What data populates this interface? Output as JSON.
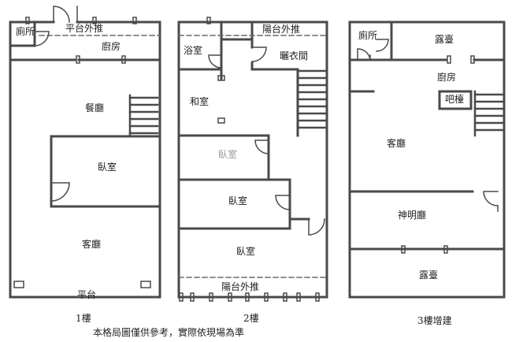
{
  "floors": [
    {
      "caption": "1樓",
      "rooms": {
        "toilet": "廁所",
        "balcony_slide": "平台外推",
        "kitchen": "廚房",
        "dining": "餐廳",
        "bedroom": "臥室",
        "living": "客廳",
        "platform": "平台"
      }
    },
    {
      "caption": "2樓",
      "rooms": {
        "bath": "浴室",
        "balcony_slide_top": "陽台外推",
        "drying": "曬衣間",
        "japanese": "和室",
        "bedroom_a": "臥室",
        "bedroom_b": "臥室",
        "bedroom_c": "臥室",
        "balcony_slide_bottom": "陽台外推"
      }
    },
    {
      "caption": "3樓增建",
      "rooms": {
        "toilet": "廁所",
        "terrace_top": "露臺",
        "kitchen": "廚房",
        "bar": "吧檯",
        "living": "客廳",
        "shrine": "神明廳",
        "terrace_bottom": "露臺"
      }
    }
  ],
  "note": "本格局圖僅供參考，實際依現場為準",
  "colors": {
    "wall": "#4a4a4a",
    "dash": "#6a6a6a",
    "faded_text": "#9a9a9a"
  }
}
